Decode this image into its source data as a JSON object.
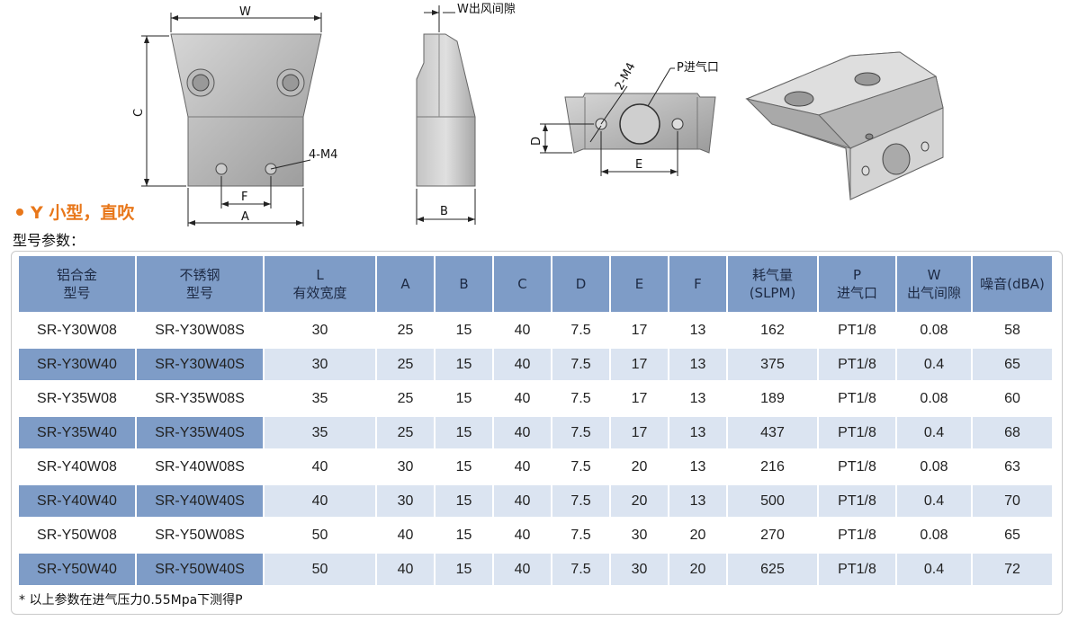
{
  "drawings": {
    "front": {
      "w_label": "W",
      "c_label": "C",
      "m4_label": "4-M4",
      "f_label": "F",
      "a_label": "A"
    },
    "side": {
      "w_gap_label": "W出风间隙",
      "b_label": "B"
    },
    "bottom": {
      "m4_label": "2-M4",
      "p_label": "P进气口",
      "d_label": "D",
      "e_label": "E"
    }
  },
  "section_title": "Y 小型，直吹",
  "subtitle": "型号参数：",
  "table": {
    "headers": [
      {
        "line1": "铝合金",
        "line2": "型号"
      },
      {
        "line1": "不锈钢",
        "line2": "型号"
      },
      {
        "line1": "L",
        "line2": "有效宽度"
      },
      {
        "line1": "A",
        "line2": ""
      },
      {
        "line1": "B",
        "line2": ""
      },
      {
        "line1": "C",
        "line2": ""
      },
      {
        "line1": "D",
        "line2": ""
      },
      {
        "line1": "E",
        "line2": ""
      },
      {
        "line1": "F",
        "line2": ""
      },
      {
        "line1": "耗气量",
        "line2": "(SLPM)"
      },
      {
        "line1": "P",
        "line2": "进气口"
      },
      {
        "line1": "W",
        "line2": "出气间隙"
      },
      {
        "line1": "噪音(dBA)",
        "line2": ""
      }
    ],
    "rows": [
      [
        "SR-Y30W08",
        "SR-Y30W08S",
        "30",
        "25",
        "15",
        "40",
        "7.5",
        "17",
        "13",
        "162",
        "PT1/8",
        "0.08",
        "58"
      ],
      [
        "SR-Y30W40",
        "SR-Y30W40S",
        "30",
        "25",
        "15",
        "40",
        "7.5",
        "17",
        "13",
        "375",
        "PT1/8",
        "0.4",
        "65"
      ],
      [
        "SR-Y35W08",
        "SR-Y35W08S",
        "35",
        "25",
        "15",
        "40",
        "7.5",
        "17",
        "13",
        "189",
        "PT1/8",
        "0.08",
        "60"
      ],
      [
        "SR-Y35W40",
        "SR-Y35W40S",
        "35",
        "25",
        "15",
        "40",
        "7.5",
        "17",
        "13",
        "437",
        "PT1/8",
        "0.4",
        "68"
      ],
      [
        "SR-Y40W08",
        "SR-Y40W08S",
        "40",
        "30",
        "15",
        "40",
        "7.5",
        "20",
        "13",
        "216",
        "PT1/8",
        "0.08",
        "63"
      ],
      [
        "SR-Y40W40",
        "SR-Y40W40S",
        "40",
        "30",
        "15",
        "40",
        "7.5",
        "20",
        "13",
        "500",
        "PT1/8",
        "0.4",
        "70"
      ],
      [
        "SR-Y50W08",
        "SR-Y50W08S",
        "50",
        "40",
        "15",
        "40",
        "7.5",
        "30",
        "20",
        "270",
        "PT1/8",
        "0.08",
        "65"
      ],
      [
        "SR-Y50W40",
        "SR-Y50W40S",
        "50",
        "40",
        "15",
        "40",
        "7.5",
        "30",
        "20",
        "625",
        "PT1/8",
        "0.4",
        "72"
      ]
    ]
  },
  "note": "* 以上参数在进气压力0.55Mpa下测得P"
}
